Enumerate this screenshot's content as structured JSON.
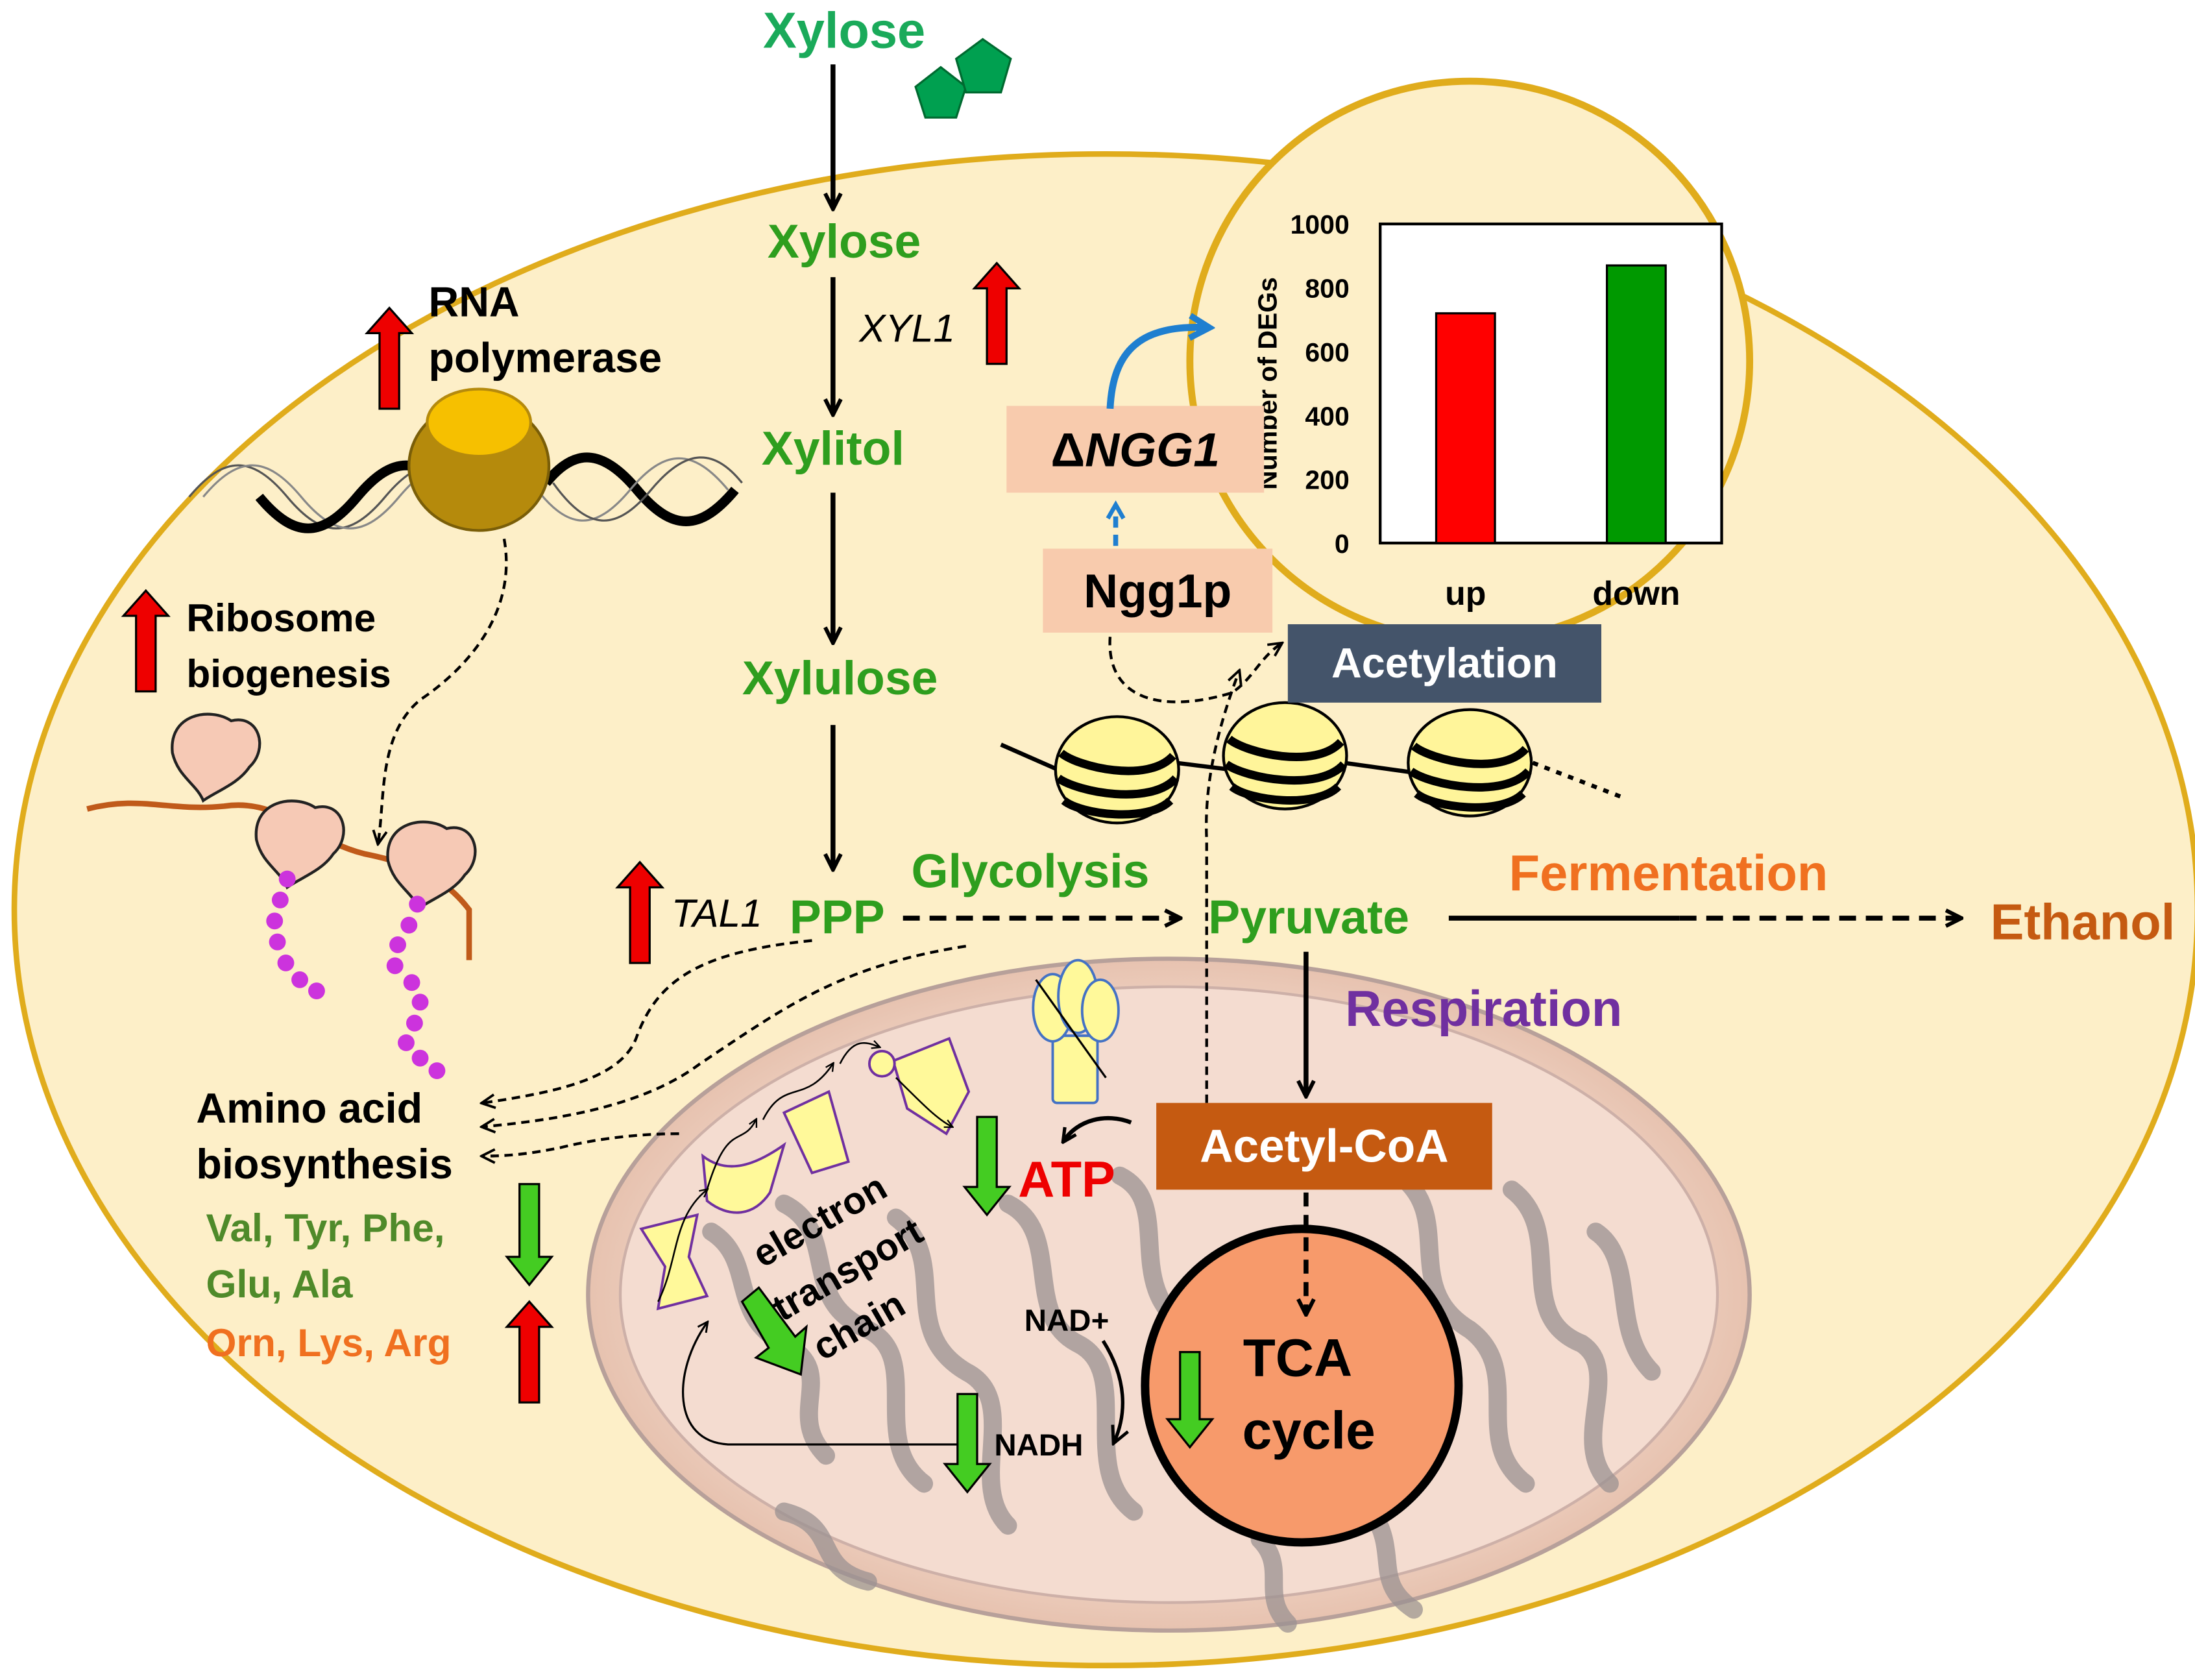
{
  "pathway": {
    "xylose_outside": "Xylose",
    "xylose_inside": "Xylose",
    "xyl1_gene": "XYL1",
    "xylitol": "Xylitol",
    "xylulose": "Xylulose",
    "tal1_gene": "TAL1",
    "ppp": "PPP",
    "glycolysis": "Glycolysis",
    "pyruvate": "Pyruvate",
    "fermentation": "Fermentation",
    "ethanol": "Ethanol",
    "respiration": "Respiration",
    "acetyl_coa": "Acetyl-CoA",
    "tca_line1": "TCA",
    "tca_line2": "cycle"
  },
  "regulation": {
    "delta_ngg1_symbol": "Δ",
    "delta_ngg1_gene": "NGG1",
    "ngg1p": "Ngg1p",
    "acetylation": "Acetylation"
  },
  "transcription": {
    "rna_line1": "RNA",
    "rna_line2": "polymerase",
    "ribosome_line1": "Ribosome",
    "ribosome_line2": "biogenesis",
    "amino_line1": "Amino acid",
    "amino_line2": "biosynthesis",
    "aa_down_line1": "Val, Tyr, Phe,",
    "aa_down_line2": "Glu, Ala",
    "aa_up": "Orn, Lys, Arg"
  },
  "mitochondrion": {
    "etc_line1": "electron",
    "etc_line2": "transport",
    "etc_line3": "chain",
    "atp": "ATP",
    "nad_plus": "NAD+",
    "nadh": "NADH"
  },
  "chart_data": {
    "type": "bar",
    "categories": [
      "up",
      "down"
    ],
    "values": [
      720,
      870
    ],
    "colors": [
      "#ff0000",
      "#009900"
    ],
    "ylabel": "Number of DEGs",
    "ylim": [
      0,
      1000
    ],
    "yticks": [
      "0",
      "200",
      "400",
      "600",
      "800",
      "1000"
    ]
  },
  "colors": {
    "cell_fill": "#fdefc8",
    "cell_border": "#e0ac1c",
    "metabolite_green": "#2e9e1e",
    "xylose_green": "#1aaa5a",
    "fermentation_orange": "#f07020",
    "ethanol_brown": "#c55a11",
    "respiration_purple": "#7030a0",
    "up_arrow_red": "#ee0000",
    "down_arrow_green": "#44cc22",
    "aa_down_green": "#4f8a2a",
    "aa_up_orange": "#f07020",
    "acetylation_bg": "#44546a",
    "ngg1_bg": "#f8cbad",
    "acetyl_coa_bg": "#c55a11",
    "tca_fill": "#f79a6b"
  }
}
